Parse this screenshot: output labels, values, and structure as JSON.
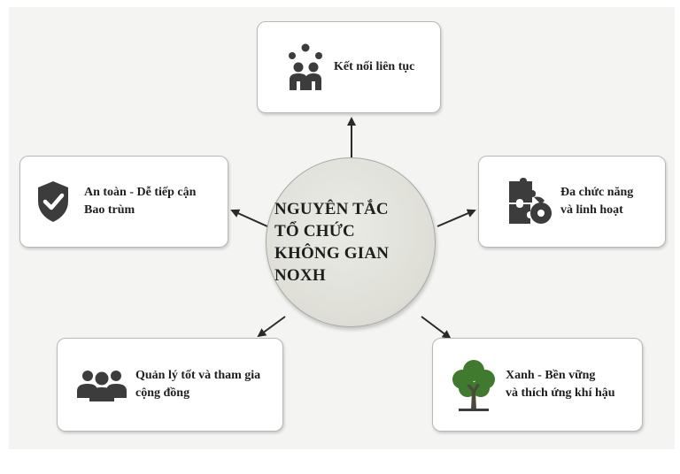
{
  "center": {
    "lines": [
      "NGUYÊN TẮC",
      "TỔ CHỨC",
      "KHÔNG GIAN",
      "NOXH"
    ]
  },
  "nodes": {
    "top": {
      "lines": [
        "Kết nối liên tục"
      ],
      "icon": "people-connection-icon"
    },
    "left": {
      "lines": [
        "An toàn - Dễ tiếp cận",
        "Bao trùm"
      ],
      "icon": "shield-check-icon"
    },
    "right": {
      "lines": [
        "Đa chức năng",
        "và linh hoạt"
      ],
      "icon": "puzzle-icon"
    },
    "bottom_left": {
      "lines": [
        "Quản lý tốt và tham gia",
        "cộng đồng"
      ],
      "icon": "community-group-icon"
    },
    "bottom_right": {
      "lines": [
        "Xanh - Bền vững",
        "và thích ứng khí hậu"
      ],
      "icon": "tree-icon"
    }
  },
  "colors": {
    "icon_dark": "#3c3c3c",
    "tree_green": "#3f7a2e",
    "arrow": "#2a2a2a",
    "box_border": "#b9b9b9",
    "circle_fill": "#deded7"
  }
}
